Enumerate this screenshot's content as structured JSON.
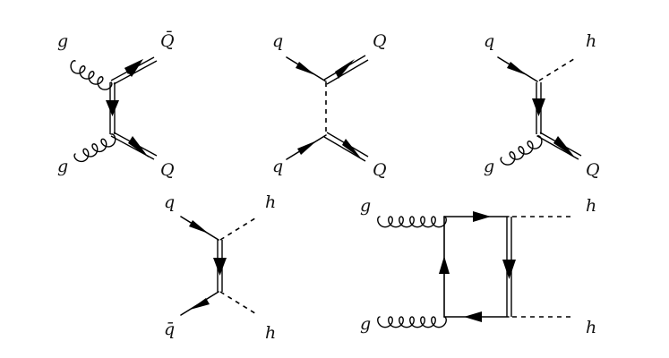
{
  "diagrams": [
    {
      "labels": {
        "in_top": "g",
        "out_top": "Q̄",
        "in_bottom": "g",
        "out_bottom": "Q"
      }
    },
    {
      "labels": {
        "in_top": "q",
        "out_top": "Q",
        "in_bottom": "q",
        "out_bottom": "Q"
      }
    },
    {
      "labels": {
        "in_top": "q",
        "out_top": "h",
        "in_bottom": "g",
        "out_bottom": "Q"
      }
    },
    {
      "labels": {
        "in_top": "q",
        "out_top": "h",
        "in_bottom": "q̄",
        "out_bottom": "h"
      }
    },
    {
      "labels": {
        "in_top": "g",
        "out_top": "h",
        "in_bottom": "g",
        "out_bottom": "h"
      }
    }
  ]
}
